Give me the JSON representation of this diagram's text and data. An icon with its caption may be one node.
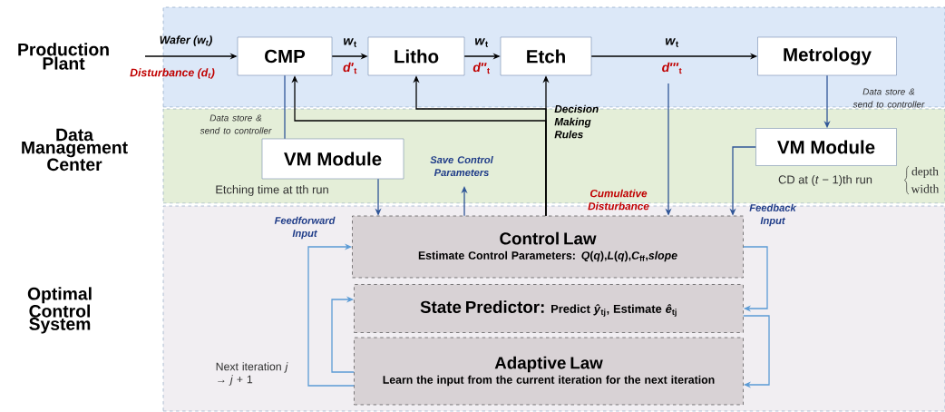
{
  "diagram": {
    "nodes": [
      {
        "text": [
          "Production Plant"
        ]
      },
      {
        "text": [
          "CMP"
        ],
        "in": 0
      },
      {
        "text": [
          "Litho"
        ],
        "in": 0
      },
      {
        "text": [
          "Etch"
        ],
        "in": 0
      },
      {
        "text": [
          "Metrology"
        ],
        "in": 0
      },
      {
        "text": [
          "Data Management Center"
        ]
      },
      {
        "text": [
          "VM Module"
        ],
        "in": 5,
        "beside": [
          "Etching time at tth run"
        ]
      },
      {
        "text": [
          "VM Module"
        ],
        "in": 5,
        "beside": [
          "CD at (*t* − 1)th run"
        ]
      },
      {
        "text": [
          "Optimal Control System"
        ]
      },
      {
        "text": [
          "Control Law",
          "Estimate Control Parameters: *Q*(*q*),*L*(*q*),*C*$_{ff}$,*slope*"
        ],
        "in": 8
      },
      {
        "text": [
          "State Predictor:",
          "Predict *ŷ*$_{tj}$, Estimate *ê*$_{tj}$"
        ],
        "in": 8
      },
      {
        "text": [
          "Adaptive Law",
          "Learn the input from the current iteration for the next iteration"
        ],
        "in": 8
      }
    ],
    "edges": [
      {
        "from": null,
        "to": 1,
        "arrow": "to",
        "label": "Wafer (*w*$_{t}$)"
      },
      {
        "from": 1,
        "to": 2,
        "arrow": "to",
        "label": "*w*$_{t}$"
      },
      {
        "from": 2,
        "to": 3,
        "arrow": "to",
        "label": "*w*$_{t}$"
      },
      {
        "from": 3,
        "to": 4,
        "arrow": "to",
        "label": "*w*$_{t}$"
      },
      {
        "from": 1,
        "to": 6,
        "arrow": "none",
        "label": "Data store & send to controller",
        "color": "#2f5597"
      },
      {
        "from": 4,
        "to": 7,
        "arrow": "to",
        "label": "Data store & send to controller",
        "color": "#2f5597"
      },
      {
        "from": 9,
        "to": 1,
        "arrow": "to"
      },
      {
        "from": 9,
        "to": 2,
        "arrow": "to"
      },
      {
        "from": 9,
        "to": 3,
        "arrow": "to"
      },
      {
        "from": null,
        "to": 9,
        "arrow": "to",
        "label": "Cumulative Disturbance",
        "color": "#2f5597"
      },
      {
        "from": 6,
        "to": 9,
        "arrow": "to",
        "color": "#2f5597"
      },
      {
        "from": 7,
        "to": 9,
        "arrow": "to",
        "label": "Feedback Input",
        "color": "#2f5597"
      },
      {
        "from": 9,
        "to": null,
        "arrow": "to",
        "label": "Save Control Parameters",
        "color": "#2f5597"
      },
      {
        "from": 9,
        "to": 10,
        "arrow": "to",
        "color": "#5b9bd5"
      },
      {
        "from": 10,
        "to": 11,
        "arrow": "to",
        "color": "#5b9bd5"
      },
      {
        "from": 11,
        "to": 10,
        "arrow": "to",
        "color": "#5b9bd5"
      },
      {
        "from": 11,
        "to": 9,
        "arrow": "to",
        "label": "Feedforward Input",
        "color": "#5b9bd5"
      }
    ],
    "labels": [
      "Disturbance (*d*$_{t}$)",
      "*d*′$_{t}$",
      "*d*′′$_{t}$",
      "*d*′′′$_{t}$",
      "Decision Making Rules",
      "depth",
      "width",
      "Next iteration *j* → *j* + 1"
    ]
  }
}
